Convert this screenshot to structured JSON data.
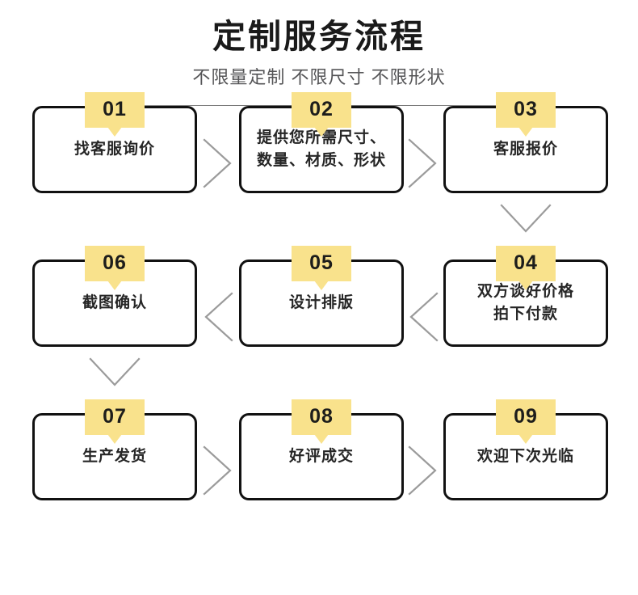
{
  "header": {
    "title": "定制服务流程",
    "subtitle": "不限量定制 不限尺寸 不限形状"
  },
  "flow": {
    "rows": [
      {
        "direction": "left-to-right",
        "steps": [
          {
            "number": "01",
            "label": "找客服询价"
          },
          {
            "number": "02",
            "label": "提供您所需尺寸、\n数量、材质、形状"
          },
          {
            "number": "03",
            "label": "客服报价"
          }
        ]
      },
      {
        "direction": "right-to-left",
        "steps": [
          {
            "number": "06",
            "label": "截图确认"
          },
          {
            "number": "05",
            "label": "设计排版"
          },
          {
            "number": "04",
            "label": "双方谈好价格\n拍下付款"
          }
        ]
      },
      {
        "direction": "left-to-right",
        "steps": [
          {
            "number": "07",
            "label": "生产发货"
          },
          {
            "number": "08",
            "label": "好评成交"
          },
          {
            "number": "09",
            "label": "欢迎下次光临"
          }
        ]
      }
    ]
  },
  "colors": {
    "badge_yellow": "#F9E28C",
    "box_border": "#111111",
    "connector_gray": "#9B9B9B",
    "background": "#FFFFFF",
    "title_text": "#1A1A1A",
    "subtitle_text": "#555557"
  },
  "icons": {
    "chevron_right": "chevron-right-icon",
    "chevron_left": "chevron-left-icon",
    "chevron_down": "chevron-down-icon"
  }
}
